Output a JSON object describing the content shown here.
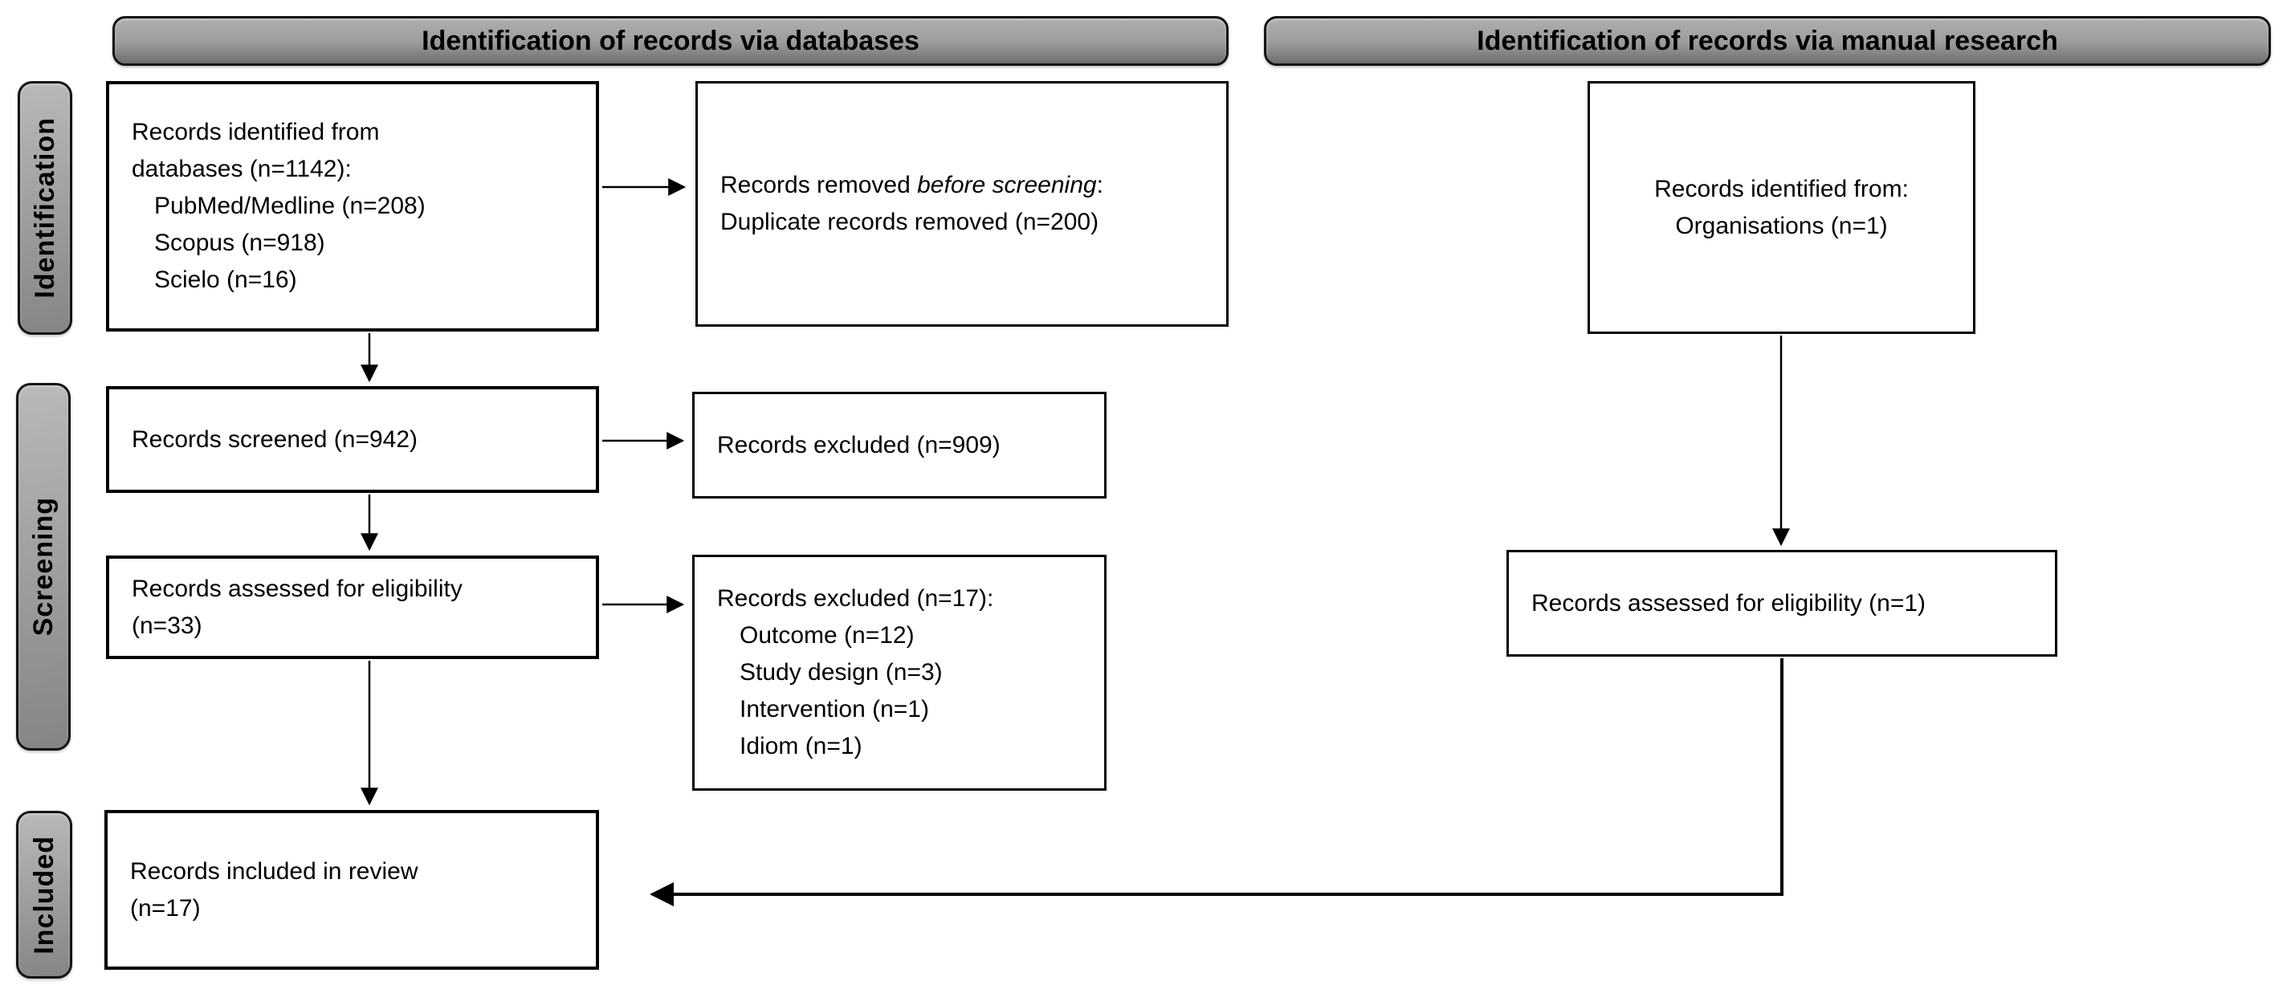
{
  "headers": {
    "databases": "Identification of records via databases",
    "manual": "Identification of records via manual research"
  },
  "stages": {
    "identification": "Identification",
    "screening": "Screening",
    "included": "Included"
  },
  "boxes": {
    "identified_db": {
      "lines": [
        "Records identified from",
        "databases (n=1142):",
        "PubMed/Medline (n=208)",
        "Scopus (n=918)",
        "Scielo (n=16)"
      ]
    },
    "removed_before_screening": {
      "prefix": "Records removed ",
      "italic": "before screening",
      "suffix": ":",
      "line2": "Duplicate records removed (n=200)"
    },
    "screened": {
      "text": "Records screened (n=942)"
    },
    "excluded_screening": {
      "text": "Records excluded (n=909)"
    },
    "assessed": {
      "line1": "Records assessed for eligibility",
      "line2": "(n=33)"
    },
    "excluded_eligibility": {
      "lines": [
        "Records excluded (n=17):",
        "Outcome (n=12)",
        "Study design (n=3)",
        "Intervention (n=1)",
        "Idiom (n=1)"
      ]
    },
    "included_review": {
      "line1": "Records included in review",
      "line2": "(n=17)"
    },
    "identified_manual": {
      "line1": "Records identified from:",
      "line2": "Organisations (n=1)"
    },
    "assessed_manual": {
      "text": "Records assessed for eligibility (n=1)"
    }
  },
  "colors": {
    "background": "#ffffff",
    "text": "#000000",
    "box_border": "#000000",
    "banner_gradient_top": "#aeaeae",
    "banner_gradient_mid": "#9d9d9d",
    "banner_gradient_bottom": "#6e6e6e",
    "tab_gradient_top": "#b9b9b9",
    "tab_gradient_bottom": "#858585",
    "connector": "#000000"
  }
}
